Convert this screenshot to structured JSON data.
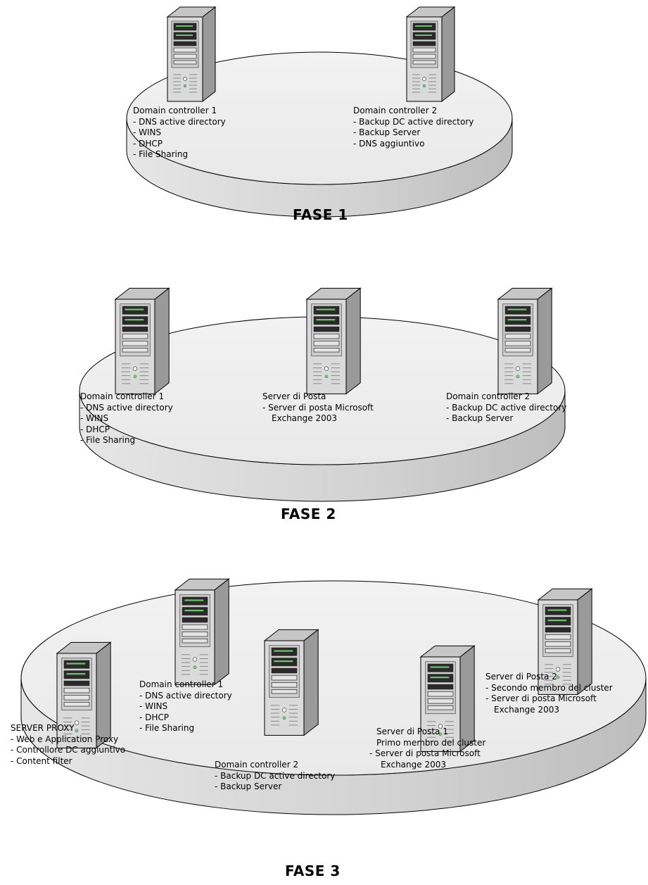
{
  "phases": [
    {
      "title": "FASE 1",
      "servers": [
        {
          "name": "Domain controller 1",
          "lines": [
            "- DNS active directory",
            "- WINS",
            "- DHCP",
            "- File Sharing"
          ]
        },
        {
          "name": "Domain controller 2",
          "lines": [
            "- Backup DC active directory",
            "- Backup Server",
            "- DNS aggiuntivo"
          ]
        }
      ]
    },
    {
      "title": "FASE 2",
      "servers": [
        {
          "name": "Domain controller 1",
          "lines": [
            "- DNS active directory",
            "- WINS",
            "- DHCP",
            "- File Sharing"
          ]
        },
        {
          "name": "Server di Posta",
          "lines": [
            "- Server di posta Microsoft",
            "Exchange 2003"
          ]
        },
        {
          "name": "Domain controller 2",
          "lines": [
            "- Backup DC active directory",
            "- Backup Server"
          ]
        }
      ]
    },
    {
      "title": "FASE 3",
      "servers": [
        {
          "name": "SERVER PROXY",
          "lines": [
            "- Web e Application Proxy",
            "- Controllore DC aggiuntivo",
            "- Content filter"
          ]
        },
        {
          "name": "Domain controller 1",
          "lines": [
            "- DNS active directory",
            "- WINS",
            "- DHCP",
            "- File Sharing"
          ]
        },
        {
          "name": "Domain controller 2",
          "lines": [
            "- Backup DC active directory",
            "- Backup Server"
          ]
        },
        {
          "name": "Server di Posta 1",
          "lines": [
            "Primo membro del cluster",
            "- Server di posta Microsoft",
            "Exchange 2003"
          ]
        },
        {
          "name": "Server di Posta 2",
          "lines": [
            "- Secondo membro del cluster",
            "- Server di posta Microsoft",
            "Exchange 2003"
          ]
        }
      ]
    }
  ],
  "colors": {
    "platform_top": "#e9e9e9",
    "platform_side": "#d2d2d2",
    "tower_front": "#dadada",
    "tower_side": "#9a9a9a",
    "tower_top": "#c6c6c6"
  },
  "icons": [
    "server-tower-icon",
    "platform-disc"
  ]
}
